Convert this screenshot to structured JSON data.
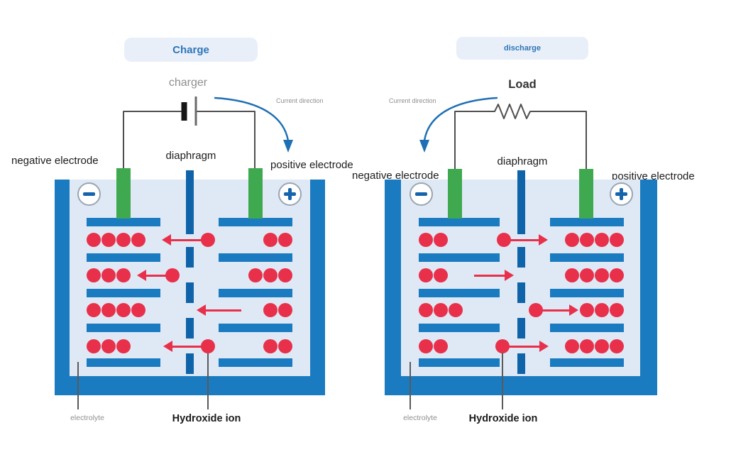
{
  "panels": [
    {
      "mode_button": "Charge",
      "source_label": "charger",
      "source_type": "battery",
      "current_direction_label": "Current direction",
      "negative_electrode_label": "negative electrode",
      "diaphragm_label": "diaphragm",
      "positive_electrode_label": "positive electrode",
      "electrolyte_label": "electrolyte",
      "hydroxide_ion_label": "Hydroxide ion",
      "icons": {
        "negative_terminal": "minus-terminal-icon",
        "positive_terminal": "plus-terminal-icon",
        "current_direction": "curved-arrow-down-icon"
      },
      "ion_flow_direction": "toward negative electrode",
      "cell": {
        "rows": [
          {
            "left_dots": 4,
            "right_dots": 2,
            "arrow": {
              "dir": "left",
              "has_dot": true
            }
          },
          {
            "left_dots": 3,
            "right_dots": 3,
            "arrow": {
              "dir": "left",
              "has_dot": true
            }
          },
          {
            "left_dots": 4,
            "right_dots": 2,
            "arrow": {
              "dir": "left",
              "has_dot": false
            }
          },
          {
            "left_dots": 3,
            "right_dots": 2,
            "arrow": {
              "dir": "left",
              "has_dot": true,
              "hydroxide_pointer": true
            }
          }
        ]
      }
    },
    {
      "mode_button": "discharge",
      "source_label": "Load",
      "source_type": "resistor",
      "current_direction_label": "Current direction",
      "negative_electrode_label": "negative electrode",
      "diaphragm_label": "diaphragm",
      "positive_electrode_label": "positive electrode",
      "electrolyte_label": "electrolyte",
      "hydroxide_ion_label": "Hydroxide ion",
      "icons": {
        "negative_terminal": "minus-terminal-icon",
        "positive_terminal": "plus-terminal-icon",
        "current_direction": "curved-arrow-down-icon"
      },
      "ion_flow_direction": "toward positive electrode",
      "cell": {
        "rows": [
          {
            "left_dots": 2,
            "right_dots": 4,
            "arrow": {
              "dir": "right",
              "has_dot": true
            }
          },
          {
            "left_dots": 2,
            "right_dots": 4,
            "arrow": {
              "dir": "right",
              "has_dot": false
            }
          },
          {
            "left_dots": 3,
            "right_dots": 3,
            "arrow": {
              "dir": "right",
              "has_dot": true
            }
          },
          {
            "left_dots": 2,
            "right_dots": 4,
            "arrow": {
              "dir": "right",
              "has_dot": true,
              "hydroxide_pointer": true
            }
          }
        ]
      }
    }
  ],
  "colors": {
    "blue": "#1a7bc0",
    "dark_blue": "#0f63a8",
    "light_blue": "#dfe9f6",
    "green": "#3fa94f",
    "red": "#e8304a",
    "wire": "#4f4f4f",
    "arrow_blue": "#1e6fb4",
    "button_bg": "#e9eff9",
    "button_text": "#2e76b8",
    "label_gray": "#8f8f8f",
    "label_dark": "#1c1c1c",
    "circle_border": "#9aa6b2",
    "terminal_blue": "#1565ad"
  }
}
